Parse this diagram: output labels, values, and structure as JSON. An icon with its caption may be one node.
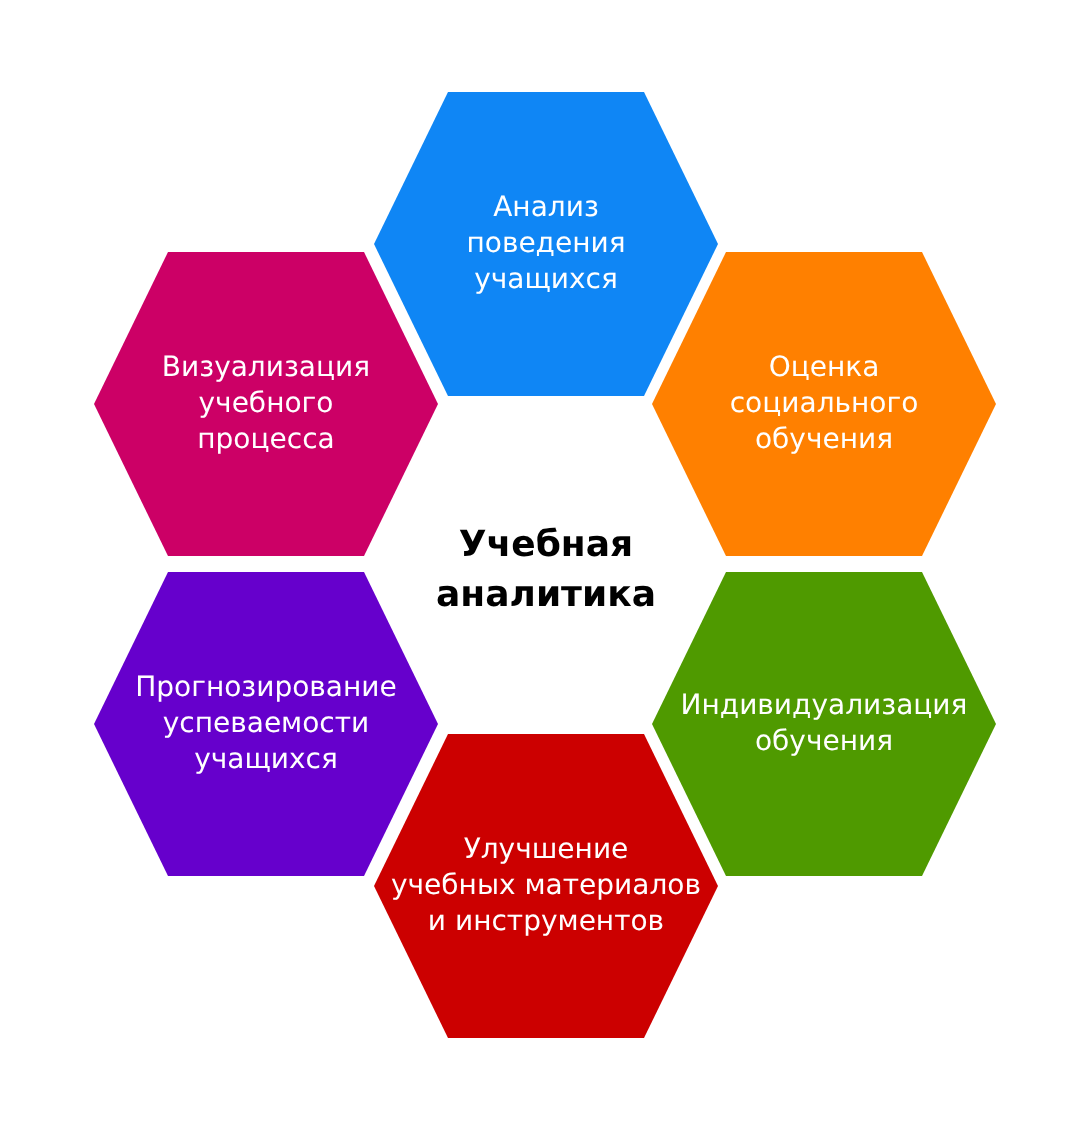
{
  "diagram": {
    "nodes": [
      {
        "text": [
          "Анализ поведения учащихся"
        ]
      },
      {
        "text": [
          "Визуализация учебного процесса"
        ]
      },
      {
        "text": [
          "Оценка социального обучения"
        ]
      },
      {
        "text": [
          "Прогнозирование успеваемости учащихся"
        ]
      },
      {
        "text": [
          "Индивидуализация обучения"
        ]
      },
      {
        "text": [
          "Улучшение учебных материалов и инструментов"
        ]
      }
    ],
    "labels": [
      "Учебная аналитика"
    ]
  }
}
